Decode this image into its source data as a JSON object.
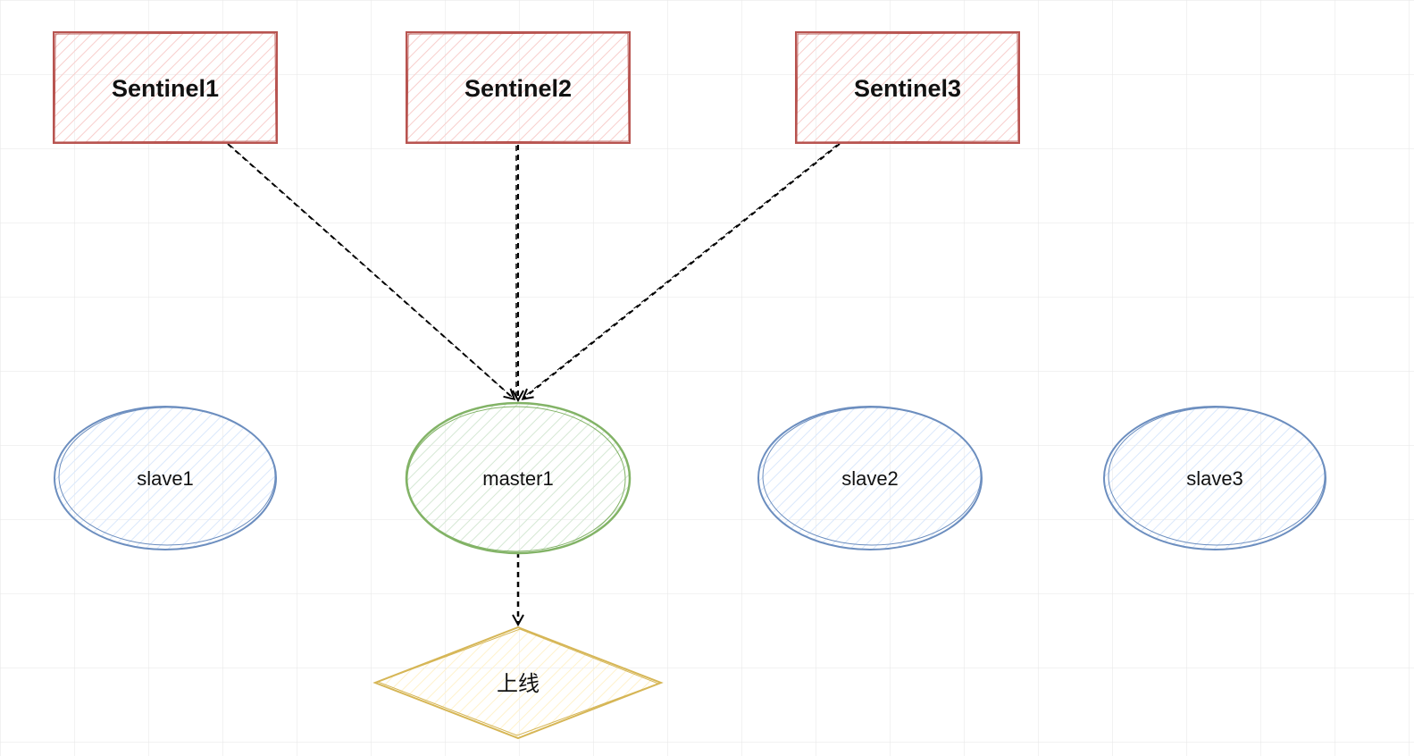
{
  "nodes": {
    "sentinels": [
      {
        "label": "Sentinel1"
      },
      {
        "label": "Sentinel2"
      },
      {
        "label": "Sentinel3"
      }
    ],
    "master": {
      "label": "master1"
    },
    "slaves": [
      {
        "label": "slave1"
      },
      {
        "label": "slave2"
      },
      {
        "label": "slave3"
      }
    ],
    "decision": {
      "label": "上线"
    }
  },
  "colors": {
    "sentinel_stroke": "#b85450",
    "sentinel_fill": "#f8cecc",
    "master_stroke": "#82b366",
    "master_fill": "#d5e8d4",
    "slave_stroke": "#6c8ebf",
    "slave_fill": "#dae8fc",
    "decision_stroke": "#d6b656",
    "decision_fill": "#fff2cc",
    "edge": "#000000",
    "grid": "#e6e6e6"
  }
}
